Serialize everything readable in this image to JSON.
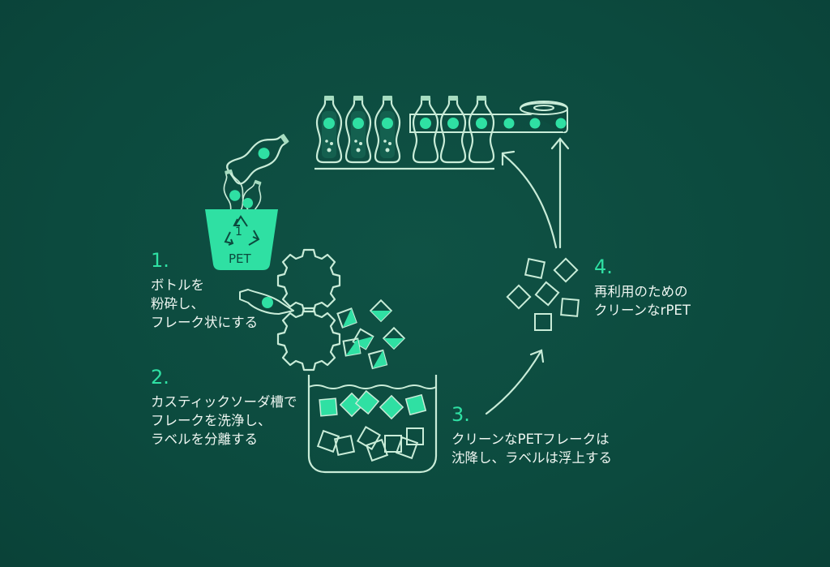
{
  "colors": {
    "background": "#0c4a3e",
    "accent": "#2fe0a3",
    "line": "#c9ecd8",
    "text": "#eef6f1"
  },
  "bin": {
    "resin_code": "1",
    "label": "PET"
  },
  "steps": [
    {
      "number": "1.",
      "lines": [
        "ボトルを",
        "粉砕し、",
        "フレーク状にする"
      ]
    },
    {
      "number": "2.",
      "lines": [
        "カスティックソーダ槽で",
        "フレークを洗浄し、",
        "ラベルを分離する"
      ]
    },
    {
      "number": "3.",
      "lines": [
        "クリーンなPETフレークは",
        "沈降し、ラベルは浮上する"
      ]
    },
    {
      "number": "4.",
      "lines": [
        "再利用のための",
        "クリーンなrPET"
      ]
    }
  ]
}
